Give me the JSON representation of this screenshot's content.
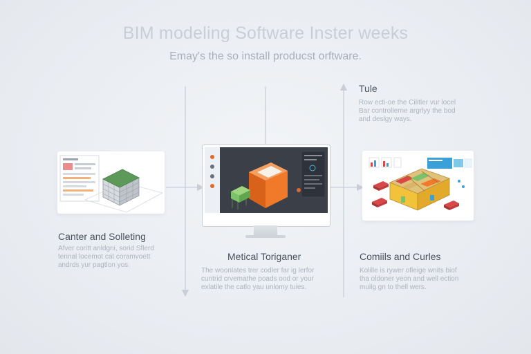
{
  "header": {
    "title": "BIM modeling Software Inster weeks",
    "subtitle": "Emay's the so install producst orftware."
  },
  "top_right": {
    "heading": "Tule",
    "desc": [
      "Row ecti-oe the Cilitler vur locel",
      "Bar controllerne argrlyy the bod",
      "and deslgy ways."
    ]
  },
  "left": {
    "heading": "Canter and Solleting",
    "desc": [
      "Afver coritt anldgni, sorid Sflerd",
      "tennal locemot cat coramvoett",
      "andrds yur pagtlon yos."
    ]
  },
  "center": {
    "heading": "Metical Toriganer",
    "desc": [
      "The woonlates trer codler far ig lerfor",
      "cuntrid crvemathe poads ood or your",
      "exlatile the catlo yau unlomy tuies."
    ]
  },
  "right": {
    "heading": "Comiils and Curles",
    "desc": [
      "Kolille is rywer ofleige wnits biof",
      "tha oldoner yeon and well ection",
      "muilg gn to thell wers."
    ]
  },
  "colors": {
    "accent_orange": "#f07a2a",
    "accent_green": "#7cc26a",
    "accent_yellow": "#f2c23a",
    "accent_red": "#d94848",
    "accent_blue": "#3aa0d8",
    "connector": "#c9ced6"
  }
}
